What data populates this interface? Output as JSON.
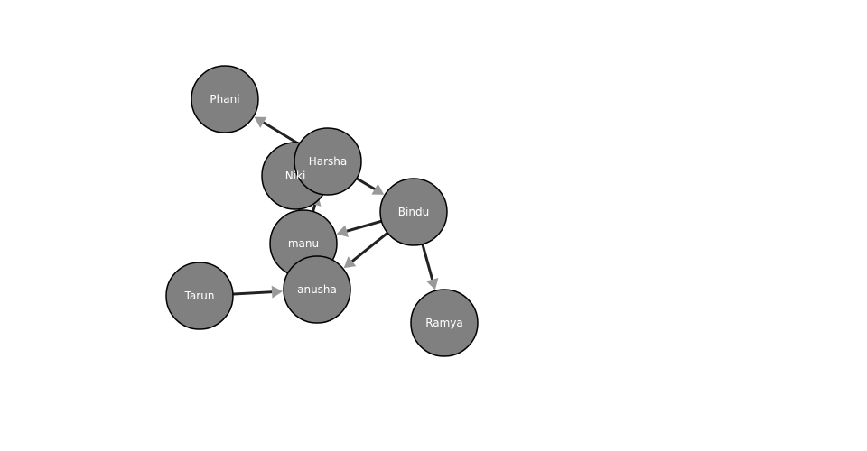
{
  "graph": {
    "nodes": [
      {
        "id": "Phani",
        "label": "Phani"
      },
      {
        "id": "Niki",
        "label": "Niki"
      },
      {
        "id": "Harsha",
        "label": "Harsha"
      },
      {
        "id": "Bindu",
        "label": "Bindu"
      },
      {
        "id": "manu",
        "label": "manu"
      },
      {
        "id": "anusha",
        "label": "anusha"
      },
      {
        "id": "Tarun",
        "label": "Tarun"
      },
      {
        "id": "Ramya",
        "label": "Ramya"
      }
    ],
    "edges": [
      {
        "source": "Harsha",
        "target": "Phani"
      },
      {
        "source": "Harsha",
        "target": "Bindu"
      },
      {
        "source": "manu",
        "target": "Harsha"
      },
      {
        "source": "Bindu",
        "target": "manu"
      },
      {
        "source": "Bindu",
        "target": "anusha"
      },
      {
        "source": "Bindu",
        "target": "Ramya"
      },
      {
        "source": "Tarun",
        "target": "anusha"
      }
    ],
    "colors": {
      "node_fill": "#808080",
      "edge": "#222222",
      "arrow": "#999999"
    }
  }
}
